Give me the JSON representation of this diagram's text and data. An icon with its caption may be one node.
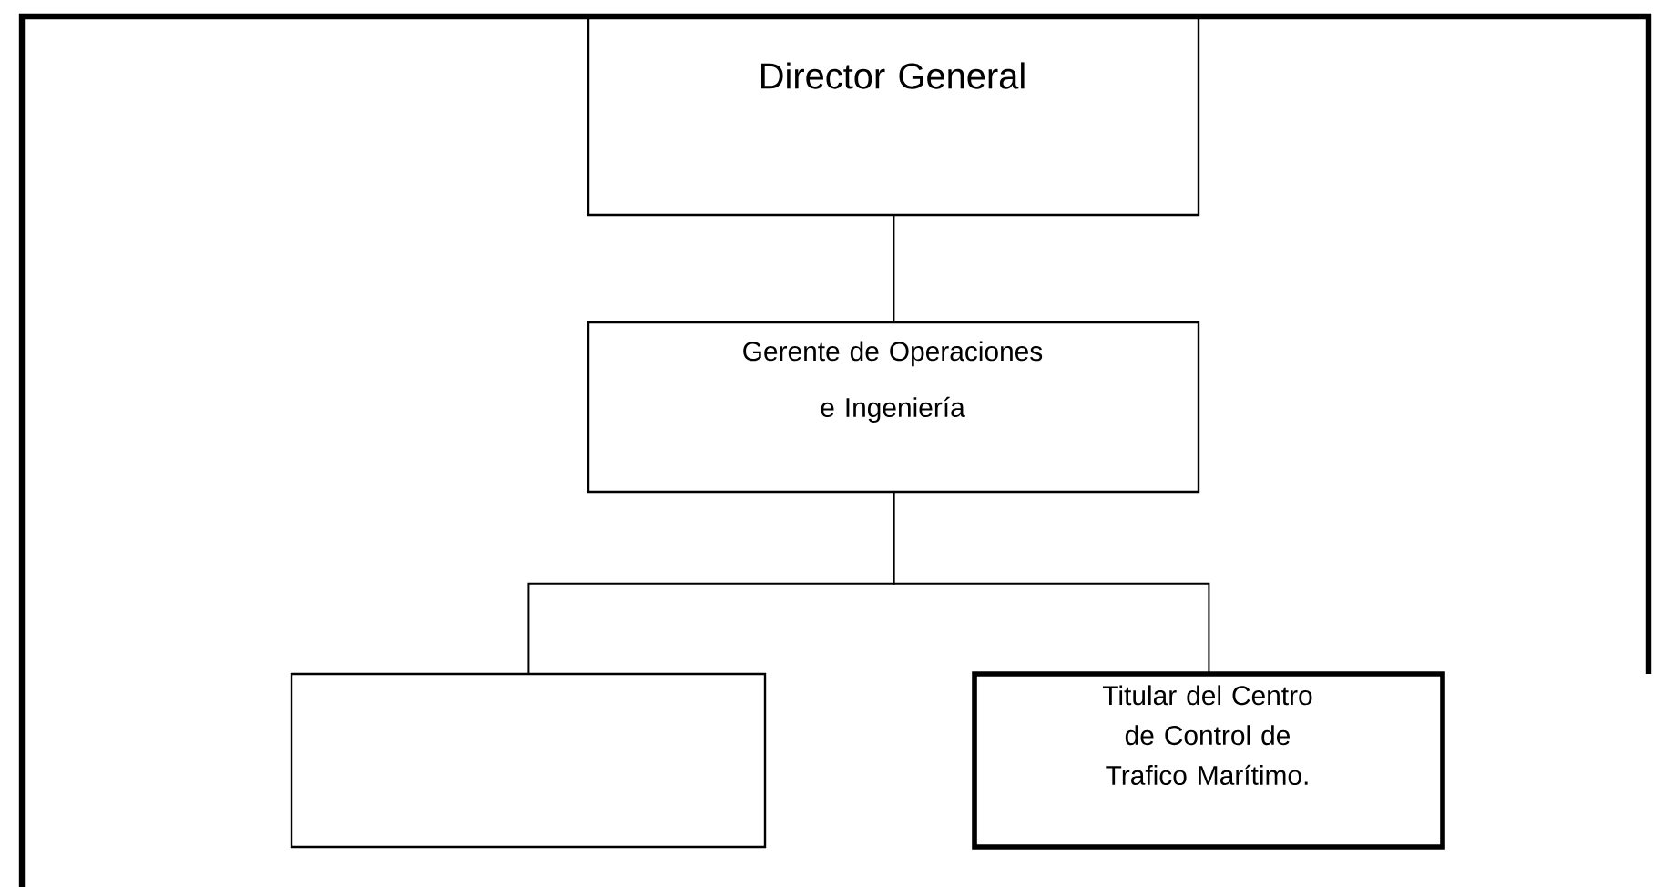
{
  "diagram": {
    "nodes": [
      {
        "text": [
          "Director General"
        ]
      },
      {
        "text": [
          "Gerente de Operaciones e Ingeniería"
        ]
      },
      {
        "text": [],
        "shape": "box"
      },
      {
        "text": [
          "Titular del Centro de Control de Trafico Marítimo."
        ]
      }
    ],
    "edges": [
      {
        "from": 0,
        "to": 1,
        "arrow": "none"
      },
      {
        "from": 1,
        "to": 2,
        "arrow": "none"
      },
      {
        "from": 1,
        "to": 3,
        "arrow": "none"
      }
    ]
  }
}
